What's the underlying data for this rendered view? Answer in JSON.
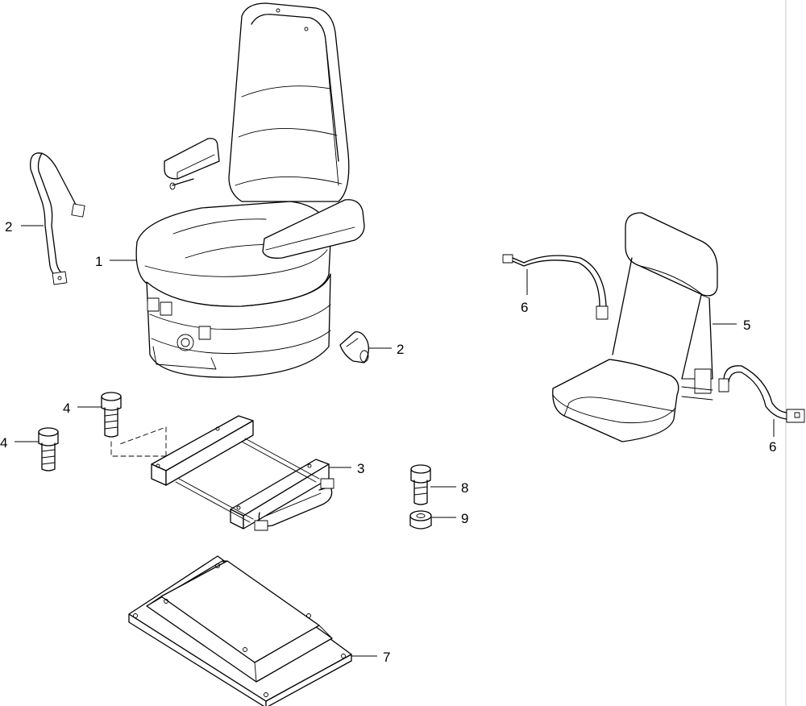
{
  "callouts": {
    "c1": "1",
    "c2a": "2",
    "c2b": "2",
    "c3": "3",
    "c4a": "4",
    "c4b": "4",
    "c5": "5",
    "c6a": "6",
    "c6b": "6",
    "c7": "7",
    "c8": "8",
    "c9": "9"
  }
}
